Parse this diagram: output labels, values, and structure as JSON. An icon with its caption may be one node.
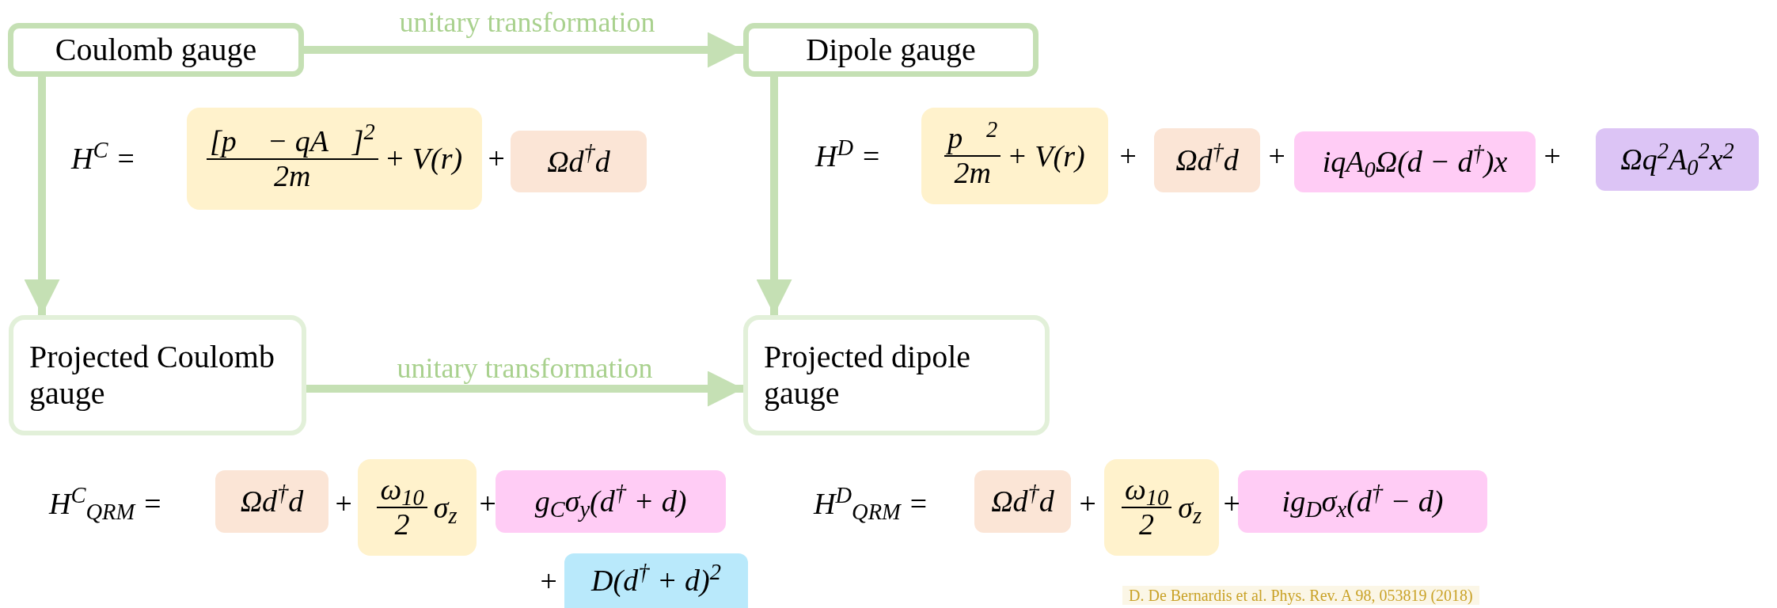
{
  "diagram": {
    "nodes": [
      {
        "text": [
          "Coulomb gauge"
        ]
      },
      {
        "text": [
          "Dipole gauge"
        ]
      },
      {
        "text": [
          "Projected Coulomb gauge"
        ]
      },
      {
        "text": [
          "Projected dipole gauge"
        ]
      },
      {
        "text": [
          "[p⃗ − qA⃗]$^{2}$",
          "2m",
          "+ V(r)"
        ]
      },
      {
        "text": [
          "Ωd$^{†}$d"
        ]
      },
      {
        "text": [
          "p⃗$^{2}$",
          "2m",
          "+ V(r)"
        ]
      },
      {
        "text": [
          "Ωd$^{†}$d"
        ]
      },
      {
        "text": [
          "iqA$_{0}$Ω(d − d$^{†}$)x"
        ]
      },
      {
        "text": [
          "Ωq$^{2}$A$_{0}$$^{2}$x$^{2}$"
        ]
      },
      {
        "text": [
          "Ωd$^{†}$d"
        ]
      },
      {
        "text": [
          "ω$_{10}$",
          "2",
          "σ$_{z}$"
        ]
      },
      {
        "text": [
          "g$_{C}$σ$_{y}$(d$^{†}$ + d)"
        ]
      },
      {
        "text": [
          "D(d$^{†}$ + d)$^{2}$"
        ]
      },
      {
        "text": [
          "Ωd$^{†}$d"
        ]
      },
      {
        "text": [
          "ω$_{10}$",
          "2",
          "σ$_{z}$"
        ]
      },
      {
        "text": [
          "ig$_{D}$σ$_{x}$(d$^{†}$ − d)"
        ]
      }
    ],
    "edges": [
      {
        "from": 0,
        "to": 1,
        "arrow": "to",
        "label": "unitary transformation"
      },
      {
        "from": 0,
        "to": 2,
        "arrow": "to"
      },
      {
        "from": 1,
        "to": 3,
        "arrow": "to"
      },
      {
        "from": 2,
        "to": 3,
        "arrow": "to",
        "label": "unitary transformation"
      }
    ],
    "labels": [
      "H$^{C}$ =",
      "+",
      "H$^{D}$ =",
      "+",
      "+",
      "+",
      "H$^{C}$$_{QRM}$ =",
      "+",
      "+",
      "+",
      "H$^{D}$$_{QRM}$ =",
      "+",
      "+",
      "D. De Bernardis et al. Phys. Rev. A 98, 053819 (2018)"
    ]
  }
}
